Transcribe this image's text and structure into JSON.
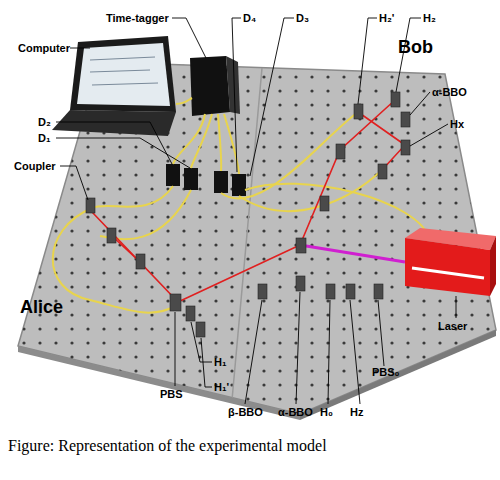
{
  "diagram": {
    "caption": "Figure: Representation of the experimental model",
    "labels": [
      "Computer",
      "Time-tagger",
      "D₄",
      "D₃",
      "D₂",
      "D₁",
      "Coupler",
      "H₂'",
      "H₂",
      "Bob",
      "α-BBO",
      "Hx",
      "Alice",
      "PBS",
      "H₁",
      "H₁'",
      "β-BBO",
      "α-BBO",
      "H₀",
      "Hz",
      "PBS₀",
      "Laser"
    ]
  }
}
